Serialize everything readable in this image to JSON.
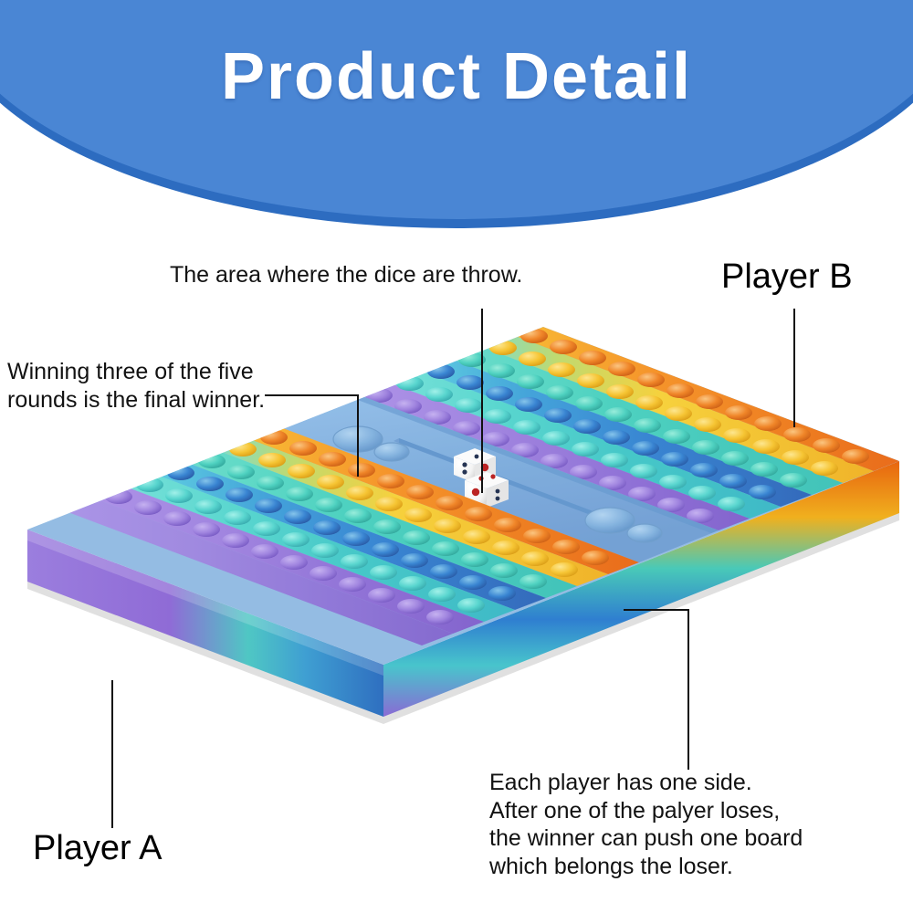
{
  "header": {
    "title": "Product Detail",
    "background_color": "#4a86d4",
    "shadow_color": "#2d6cc0",
    "text_color": "#ffffff"
  },
  "annotations": {
    "dice_area": "The area where the dice are throw.",
    "winning_rule": "Winning three of the five\nrounds is the final winner.",
    "sides_rule": "Each player has one side.\nAfter one of the palyer loses,\nthe winner can push one board\nwhich belongs the loser.",
    "player_a": "Player A",
    "player_b": "Player B"
  },
  "product": {
    "name": "rainbow-pop-it-dice-game-board",
    "board_colors": {
      "purple": "#9b7ede",
      "violet": "#8f6bd6",
      "cyan": "#5fd8d0",
      "teal": "#3fc9c3",
      "blue": "#2f7fd0",
      "deep_blue": "#2a63b8",
      "yellow": "#f6c229",
      "gold": "#f0b01e",
      "orange": "#f0801e",
      "deep_orange": "#e06a10",
      "center_blue": "#7aaede",
      "center_blue_dark": "#5d93cc"
    },
    "dice": {
      "count": 2,
      "body_color": "#fbfbfb",
      "pip_red": "#b81818",
      "pip_dark": "#1b2a4a"
    },
    "rows_player_a": [
      "purple",
      "cyan",
      "blue",
      "teal",
      "yellow",
      "orange"
    ],
    "rows_player_b": [
      "orange",
      "yellow",
      "teal",
      "blue",
      "cyan",
      "purple"
    ]
  }
}
